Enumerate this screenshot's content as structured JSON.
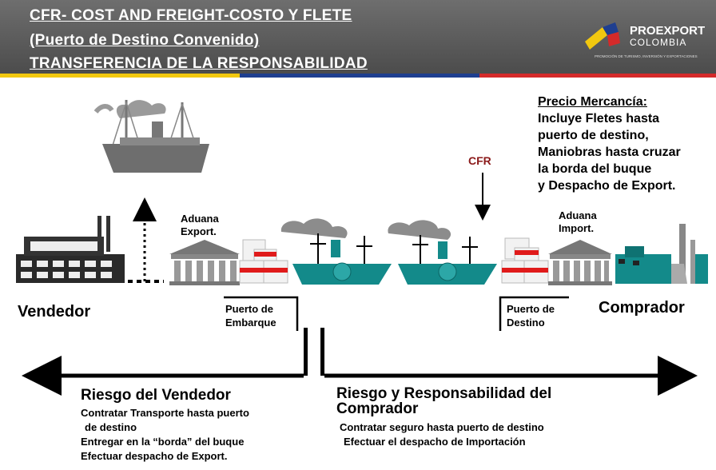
{
  "header": {
    "title_line1": "CFR- COST AND FREIGHT-COSTO Y FLETE",
    "title_line2": "(Puerto de Destino Convenido)",
    "title_line3": "TRANSFERENCIA DE LA RESPONSABILIDAD",
    "logo": {
      "name": "PROEXPORT",
      "country": "COLOMBIA",
      "tagline": "PROMOCIÓN DE TURISMO, INVERSIÓN Y EXPORTACIONES"
    }
  },
  "colors": {
    "header_bg": "#555555",
    "stripe_yellow": "#f2c80f",
    "stripe_blue": "#1f3f8f",
    "stripe_red": "#d42a2a",
    "teal": "#138a8a",
    "cfr_red": "#8b1a1a"
  },
  "price_box": {
    "title": "Precio Mercancía:",
    "lines": [
      "Incluye Fletes hasta",
      "puerto de destino,",
      "Maniobras hasta cruzar",
      "la borda del buque",
      "y Despacho de Export."
    ]
  },
  "cfr_label": "CFR",
  "customs_export": {
    "line1": "Aduana",
    "line2": "Export."
  },
  "customs_import": {
    "line1": "Aduana",
    "line2": "Import."
  },
  "seller": "Vendedor",
  "buyer": "Comprador",
  "port_origin": {
    "line1": "Puerto de",
    "line2": "Embarque"
  },
  "port_destination": {
    "line1": "Puerto de",
    "line2": "Destino"
  },
  "seller_risk": {
    "title": "Riesgo del Vendedor",
    "lines": [
      "Contratar Transporte hasta puerto",
      "de destino",
      "Entregar en la “borda” del buque",
      "Efectuar despacho de Export."
    ]
  },
  "buyer_risk": {
    "title_line1": "Riesgo y Responsabilidad del",
    "title_line2": "Comprador",
    "lines": [
      "Contratar seguro hasta puerto de destino",
      "Efectuar el despacho de Importación"
    ]
  }
}
